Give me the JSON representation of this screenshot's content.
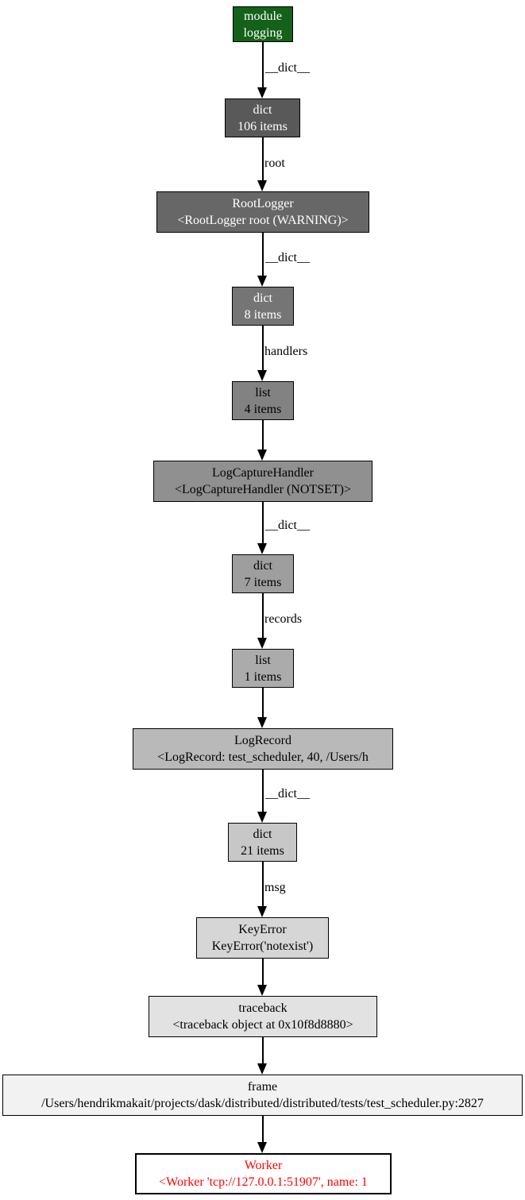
{
  "diagram": {
    "type": "object-reference-graph",
    "nodes": [
      {
        "id": "module-logging",
        "title": "module",
        "detail": "logging",
        "fill": "#14611a",
        "text_color": "#ffffff"
      },
      {
        "id": "dict-106",
        "title": "dict",
        "detail": "106 items",
        "fill": "#595959",
        "text_color": "#ffffff"
      },
      {
        "id": "rootlogger",
        "title": "RootLogger",
        "detail": "<RootLogger root (WARNING)>",
        "fill": "#676767",
        "text_color": "#ffffff"
      },
      {
        "id": "dict-8",
        "title": "dict",
        "detail": "8 items",
        "fill": "#757575",
        "text_color": "#ffffff"
      },
      {
        "id": "list-4",
        "title": "list",
        "detail": "4 items",
        "fill": "#828282",
        "text_color": "#000000"
      },
      {
        "id": "logcapturehandler",
        "title": "LogCaptureHandler",
        "detail": "<LogCaptureHandler (NOTSET)>",
        "fill": "#909090",
        "text_color": "#000000"
      },
      {
        "id": "dict-7",
        "title": "dict",
        "detail": "7 items",
        "fill": "#9e9e9e",
        "text_color": "#000000"
      },
      {
        "id": "list-1",
        "title": "list",
        "detail": "1 items",
        "fill": "#ababab",
        "text_color": "#000000"
      },
      {
        "id": "logrecord",
        "title": "LogRecord",
        "detail": "<LogRecord: test_scheduler, 40, /Users/h",
        "fill": "#b9b9b9",
        "text_color": "#000000"
      },
      {
        "id": "dict-21",
        "title": "dict",
        "detail": "21 items",
        "fill": "#c7c7c7",
        "text_color": "#000000"
      },
      {
        "id": "keyerror",
        "title": "KeyError",
        "detail": "KeyError('notexist')",
        "fill": "#d6d6d6",
        "text_color": "#000000"
      },
      {
        "id": "traceback",
        "title": "traceback",
        "detail": "<traceback object at 0x10f8d8880>",
        "fill": "#e2e2e2",
        "text_color": "#000000"
      },
      {
        "id": "frame",
        "title": "frame",
        "detail": "/Users/hendrikmakait/projects/dask/distributed/distributed/tests/test_scheduler.py:2827",
        "fill": "#f2f2f2",
        "text_color": "#000000"
      },
      {
        "id": "worker",
        "title": "Worker",
        "detail": "<Worker 'tcp://127.0.0.1:51907', name: 1",
        "fill": "#ffffff",
        "text_color": "#ff0000"
      }
    ],
    "edges": [
      {
        "from": "module-logging",
        "to": "dict-106",
        "label": "__dict__"
      },
      {
        "from": "dict-106",
        "to": "rootlogger",
        "label": "root"
      },
      {
        "from": "rootlogger",
        "to": "dict-8",
        "label": "__dict__"
      },
      {
        "from": "dict-8",
        "to": "list-4",
        "label": "handlers"
      },
      {
        "from": "list-4",
        "to": "logcapturehandler",
        "label": ""
      },
      {
        "from": "logcapturehandler",
        "to": "dict-7",
        "label": "__dict__"
      },
      {
        "from": "dict-7",
        "to": "list-1",
        "label": "records"
      },
      {
        "from": "list-1",
        "to": "logrecord",
        "label": ""
      },
      {
        "from": "logrecord",
        "to": "dict-21",
        "label": "__dict__"
      },
      {
        "from": "dict-21",
        "to": "keyerror",
        "label": "msg"
      },
      {
        "from": "keyerror",
        "to": "traceback",
        "label": ""
      },
      {
        "from": "traceback",
        "to": "frame",
        "label": ""
      },
      {
        "from": "frame",
        "to": "worker",
        "label": ""
      }
    ],
    "colors": {
      "edge": "#000000",
      "highlight_text": "#ff0000",
      "module_fill": "#14611a"
    }
  }
}
